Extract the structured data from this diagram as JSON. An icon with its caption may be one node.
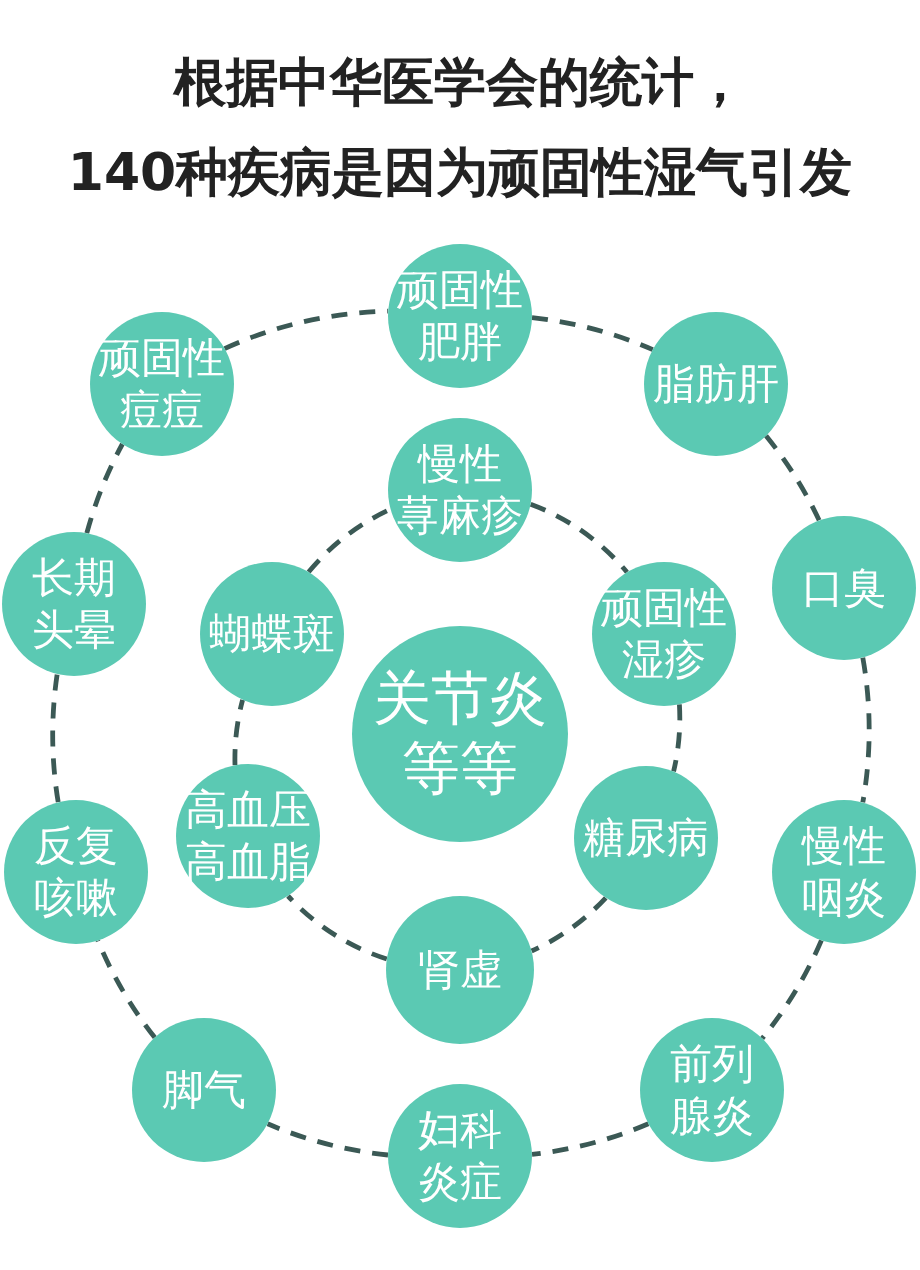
{
  "diagram": {
    "title": "根据中华医学会的统计，140种疾病是因为顽固性湿气引发",
    "nodes": [
      {
        "text": [
          "顽固性肥胖"
        ]
      },
      {
        "text": [
          "顽固性痘痘"
        ]
      },
      {
        "text": [
          "脂肪肝"
        ]
      },
      {
        "text": [
          "慢性荨麻疹"
        ]
      },
      {
        "text": [
          "长期头晕"
        ]
      },
      {
        "text": [
          "口臭"
        ]
      },
      {
        "text": [
          "顽固性湿疹"
        ]
      },
      {
        "text": [
          "蝴蝶斑"
        ]
      },
      {
        "text": [
          "关节炎等等"
        ]
      },
      {
        "text": [
          "高血压高血脂"
        ]
      },
      {
        "text": [
          "糖尿病"
        ]
      },
      {
        "text": [
          "反复咳嗽"
        ]
      },
      {
        "text": [
          "慢性咽炎"
        ]
      },
      {
        "text": [
          "肾虚"
        ]
      },
      {
        "text": [
          "脚气"
        ]
      },
      {
        "text": [
          "前列腺炎"
        ]
      },
      {
        "text": [
          "妇科炎症"
        ]
      }
    ],
    "edges": [
      {
        "from": 0,
        "to": 2,
        "arrow": "none"
      },
      {
        "from": 2,
        "to": 5,
        "arrow": "none"
      },
      {
        "from": 5,
        "to": 12,
        "arrow": "none"
      },
      {
        "from": 12,
        "to": 15,
        "arrow": "none"
      },
      {
        "from": 15,
        "to": 16,
        "arrow": "none"
      },
      {
        "from": 16,
        "to": 14,
        "arrow": "none"
      },
      {
        "from": 14,
        "to": 11,
        "arrow": "none"
      },
      {
        "from": 11,
        "to": 4,
        "arrow": "none"
      },
      {
        "from": 4,
        "to": 1,
        "arrow": "none"
      },
      {
        "from": 1,
        "to": 0,
        "arrow": "none"
      },
      {
        "from": 3,
        "to": 6,
        "arrow": "none"
      },
      {
        "from": 6,
        "to": 10,
        "arrow": "none"
      },
      {
        "from": 10,
        "to": 13,
        "arrow": "none"
      },
      {
        "from": 13,
        "to": 9,
        "arrow": "none"
      },
      {
        "from": 9,
        "to": 7,
        "arrow": "none"
      },
      {
        "from": 7,
        "to": 3,
        "arrow": "none"
      }
    ]
  }
}
